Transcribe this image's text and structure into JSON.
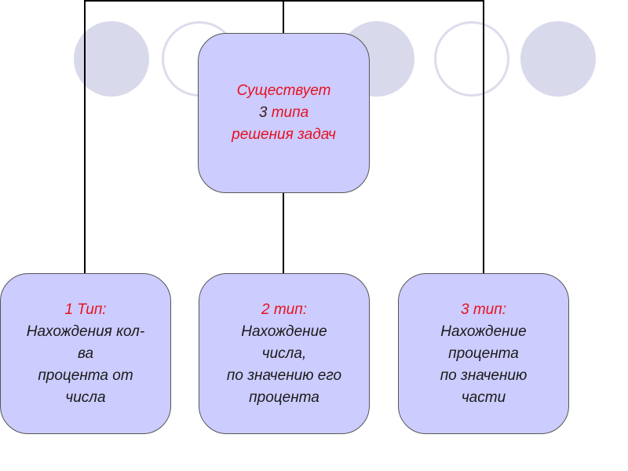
{
  "colors": {
    "box_fill": "#ccccff",
    "title_text": "#e8101e",
    "body_text": "#1a1a1a",
    "circle": "#d9d9ec"
  },
  "root": {
    "line1": "Существует",
    "line2_num": "3",
    "line2_word": "типа",
    "line3": "решения задач"
  },
  "types": [
    {
      "title": "1 Тип:",
      "lines": [
        "Нахождения кол-",
        "ва",
        "процента от",
        "числа"
      ]
    },
    {
      "title": "2 тип:",
      "lines": [
        "Нахождение",
        "числа,",
        "по значению его",
        "процента"
      ]
    },
    {
      "title": "3 тип:",
      "lines": [
        "Нахождение",
        "процента",
        "по значению",
        "части"
      ]
    }
  ]
}
